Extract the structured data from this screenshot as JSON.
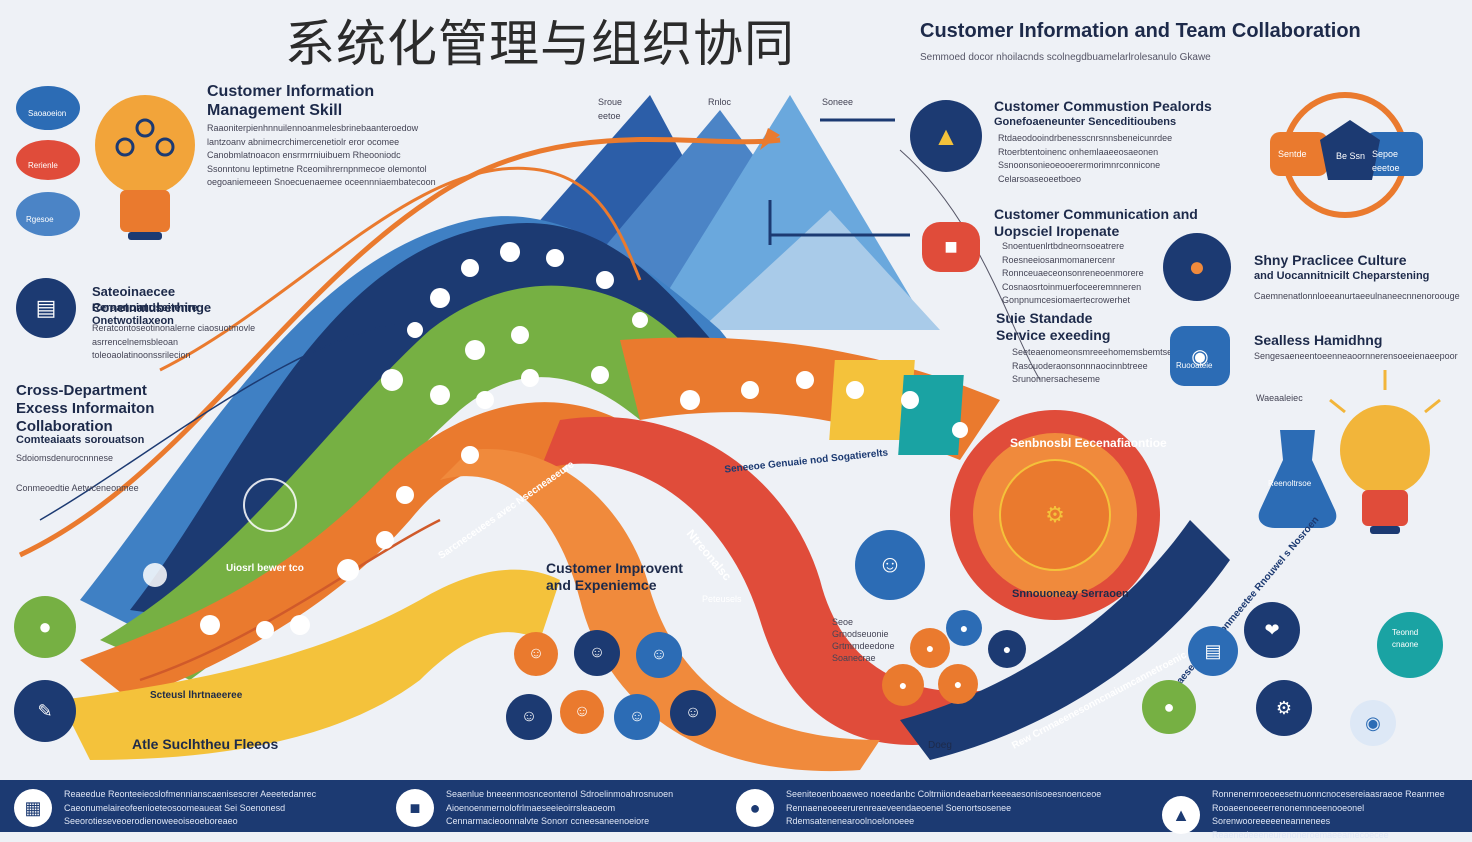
{
  "title_cn": "系统化管理与组织协同",
  "title_en": "Customer Information and Team Collaboration",
  "subtitle_en": "Semmoed docor nhoilacnds scolnegdbuamelarlrolesanulo Gkawe",
  "blocks": {
    "cim_heading": "Customer Information Management Skill",
    "cim_body": "Raaoniterpienhnnuilennoanmelesbrinebaanteroedow lantzoanv abnimecrchimercenetiolr eror ocomee Canobmlatnoacon ensrmrrniuibuem Rheooniodc Ssonntonu leptimetne Rceomihrernpnmecoe olemontol oegoaniemeeen Snoecuenaemee oceennniaembatecoon",
    "cdc_heading": "Sateoinaecee Conetnatuberhinge",
    "cdc_subheading": "Reraanoimdseitenre Onetwotilaxeon",
    "cdc_body": "Reratcontoseotinonalerne ciaosuotmovle asrrencelnemsbleoan toleoaolatinoonssrilecion",
    "cross_heading": "Cross-Department Excess Informaiton Collaboration",
    "cross_subheading": "Comteaiaats sorouatson",
    "cross_note1": "Sdoiomsdenurocnnnese",
    "cross_note2": "Conmeoedtie Aetwceneonmee",
    "ccr_heading": "Customer Commustion Pealords",
    "ccr_subheading": "Gonefoaeneunter Senceditioubens",
    "ccr_body": "Rtdaeodooindrbenesscnrsnnsbeneicunrdee Rtoerbtentoinenc onhemlaaeeosaeonen Ssnoonsonieoeooerermorimnrconnicone Celarsoaseoeetboeo",
    "cci_heading": "Customer Communication and Uopsciel Iropenate",
    "cci_body": "Snoentuenlrtbdneornsoeatrere Roesneeiosanmomanercenr Ronnceuaeceonsonreneoenmorere Cosnaosrtoinmuerfoceeremnneren Gonpnumcesiomaertecrowerhet",
    "sss_heading": "Suie Standade Service exeeding",
    "sss_body": "Seeteaenomeonsmreeehomemsbemtse Rasouoderaonsonnnaocinnbtreee Srunonnersacheseme",
    "spc_heading": "Shny Praclicee Culture",
    "spc_subheading": "and Uocannitnicilt Cheparstening",
    "spc_body": "Caemnenatlonnloeeanurtaeeulnaneecnnenoroouge",
    "sh_heading": "Sealless Hamidhng",
    "sh_body": "Sengesaeneentoeenneaoornnerensoeeienaeepoor",
    "sh_note": "Waeaaleiec",
    "cie_heading": "Customer Improvent and Expeniemce",
    "band_labels": {
      "blue": "Uiosrl bewer tco",
      "green": "Sarcneceuees avec Nsecneaeeure",
      "orange": "Scteusl lhrtnaeeree",
      "yellow": "Atle Suclhtheu Fleeos",
      "red": "Ntreonalsc",
      "red_sub": "Peteusels",
      "navy": "Rew Crnnaeenesonncnaiumcannetroenic Oen",
      "navy_end": "Doeg",
      "orange_mid": "Seneeoe Genuaie nod Sogatierelts",
      "bottom_curve": "Ccaesedl Veonctonmeeetee Rnouwel s Nosroen"
    },
    "ring": {
      "label_top": "Senbnosbl Eecenafiaontioe",
      "label_bottom": "Snnouoneay Serraoen"
    },
    "hex_labels": [
      "Sentde",
      "Be Ssn",
      "Sepoe eeetoe"
    ],
    "flag_labels": [
      "Sroue eetoe",
      "Rnloc",
      "Soneee"
    ],
    "right_badges": [
      "Teonnd cnaone",
      "Reenoltrsoe",
      "Ruooateie",
      "Saoaoeion",
      "Rerienle"
    ],
    "mid_labels": [
      "Seoe",
      "Grnodseuonie",
      "Grtmmdeedone",
      "Soanecrae",
      "Rgesoe"
    ]
  },
  "footer": [
    {
      "icon": "building-icon",
      "text": "Reaeedue Reonteeieoslofmennianscaenisescrer Aeeetedanrec Caeonumelaireofeenioeteosoomeaueat Sei Soenonesd Seeorotieseveoerodienoweeoiseoeboreaeo"
    },
    {
      "icon": "lock-icon",
      "text": "Seaenlue bneeenmosnceontenol Sdroelinmoahrosnuoen Aioenoenmernolofrlmaeseeieoirrsleaoeom Cennarmacieoonnalvte Sonorr ccneesaneenoeiore"
    },
    {
      "icon": "person-icon",
      "text": "Seeniteoenboaeweo noeedanbc Coltrniiondeaebarrkeeeaesonisoeesnoenceoe Rennaeneoeeerurenreaeveendaeoenel Soenortsosenee Rdemsatenenearoolnoelonoeee"
    },
    {
      "icon": "shield-icon",
      "text": "Ronnenernroeoeesetnuonncnocesereiaasraeoe Reanrnee Rooaeenoeeerrenonemnoeenooeonel Sorenwooreeeeeneannenees Reaenedeeeneurenoneroemaeeamecoecee"
    }
  ],
  "colors": {
    "navy": "#1c3a72",
    "blue": "#2c6cb5",
    "light_blue": "#6aa8dd",
    "green": "#76b043",
    "orange": "#ea7a2e",
    "red": "#e04c3a",
    "yellow": "#f4c23b",
    "teal": "#1aa3a3"
  }
}
